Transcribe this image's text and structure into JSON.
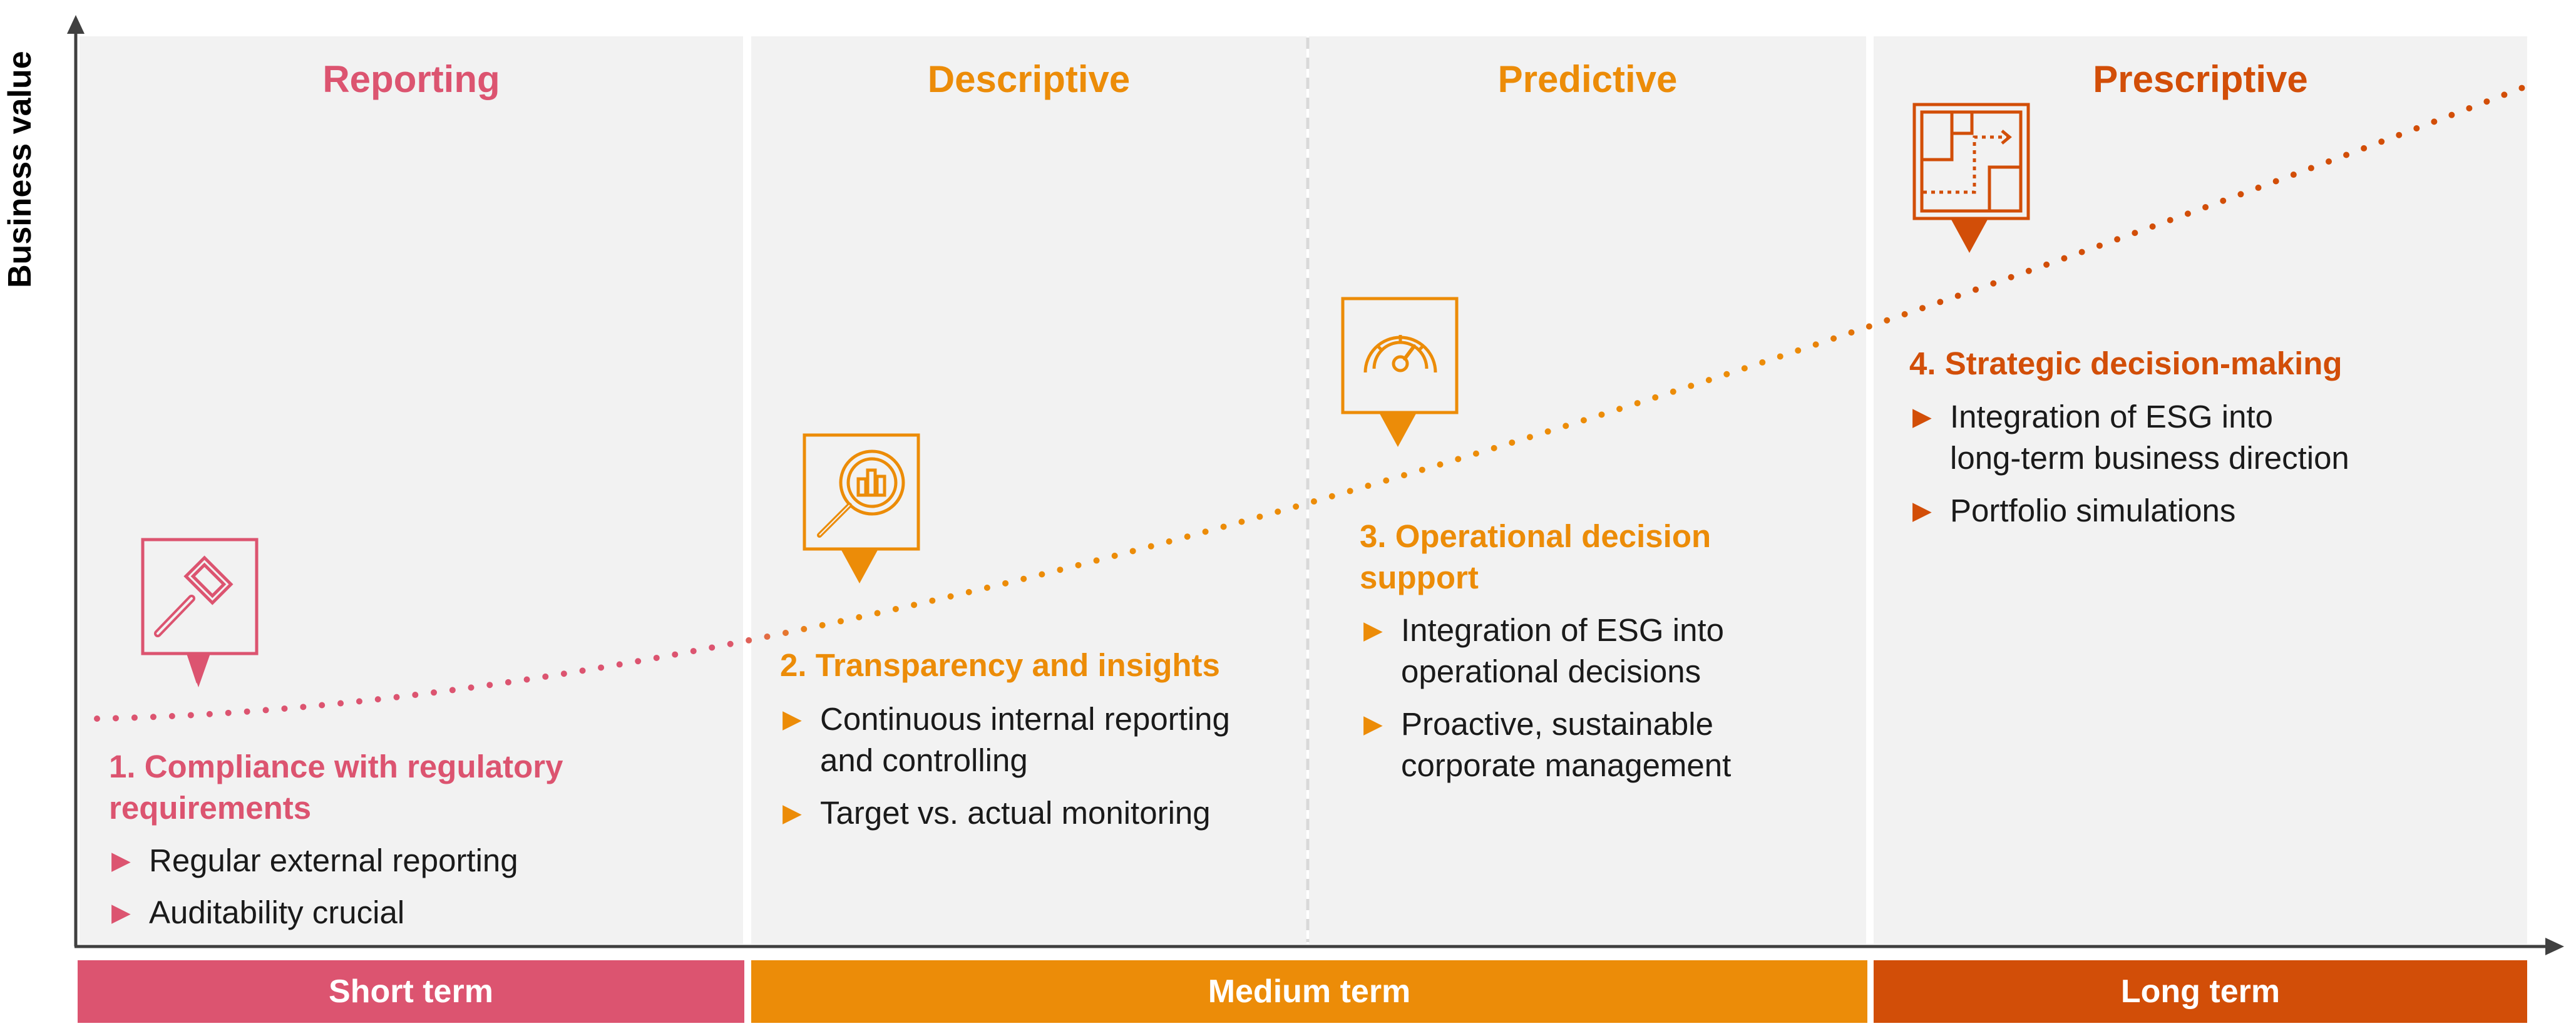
{
  "y_axis_label": "Business value",
  "colors": {
    "reporting": "#dc5470",
    "descriptive": "#ec8c08",
    "predictive": "#ec8c08",
    "prescriptive": "#d24e08",
    "panel": "#f2f2f2"
  },
  "phases": [
    {
      "title": "Reporting",
      "icon": "gavel-icon"
    },
    {
      "title": "Descriptive",
      "icon": "magnifier-chart-icon"
    },
    {
      "title": "Predictive",
      "icon": "speedometer-icon"
    },
    {
      "title": "Prescriptive",
      "icon": "floorplan-path-icon"
    }
  ],
  "stages": [
    {
      "title_line1": "1. Compliance with regulatory",
      "title_line2": "requirements",
      "bullets": [
        {
          "line1": "Regular external reporting"
        },
        {
          "line1": "Auditability crucial"
        }
      ]
    },
    {
      "title_line1": "2. Transparency and insights",
      "bullets": [
        {
          "line1": "Continuous internal reporting",
          "line2": "and controlling"
        },
        {
          "line1": "Target vs. actual monitoring"
        }
      ]
    },
    {
      "title_line1": "3. Operational decision",
      "title_line2": "support",
      "bullets": [
        {
          "line1": "Integration of ESG into",
          "line2": "operational decisions"
        },
        {
          "line1": "Proactive, sustainable",
          "line2": "corporate management"
        }
      ]
    },
    {
      "title_line1": "4. Strategic decision-making",
      "bullets": [
        {
          "line1": "Integration of ESG into",
          "line2": "long-term business direction"
        },
        {
          "line1": "Portfolio simulations"
        }
      ]
    }
  ],
  "terms": [
    "Short term",
    "Medium term",
    "Long term"
  ]
}
